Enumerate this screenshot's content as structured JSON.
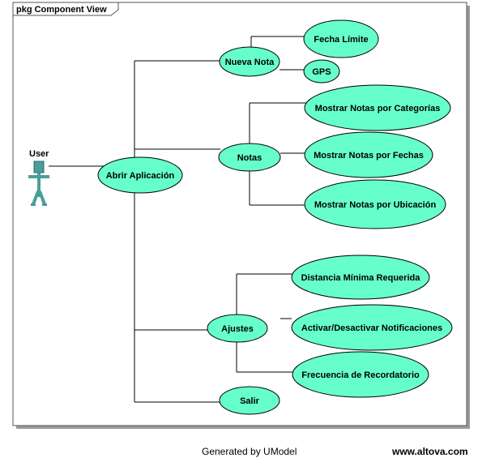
{
  "package": {
    "label": "pkg Component View"
  },
  "actor": {
    "name": "User"
  },
  "use_cases": {
    "abrir": "Abrir Aplicación",
    "nueva_nota": "Nueva Nota",
    "fecha_limite": "Fecha Límite",
    "gps": "GPS",
    "notas": "Notas",
    "por_categorias": "Mostrar Notas por Categorías",
    "por_fechas": "Mostrar Notas por Fechas",
    "por_ubicacion": "Mostrar Notas por Ubicación",
    "ajustes": "Ajustes",
    "distancia": "Distancia Mínima Requerida",
    "activar": "Activar/Desactivar Notificaciones",
    "frecuencia": "Frecuencia de Recordatorio",
    "salir": "Salir"
  },
  "colors": {
    "use_case_fill": "#66ffcc",
    "actor_fill": "#4a9e9a",
    "shadow": "#999999"
  },
  "footer": {
    "generated_by": "Generated by UModel",
    "site": "www.altova.com"
  }
}
